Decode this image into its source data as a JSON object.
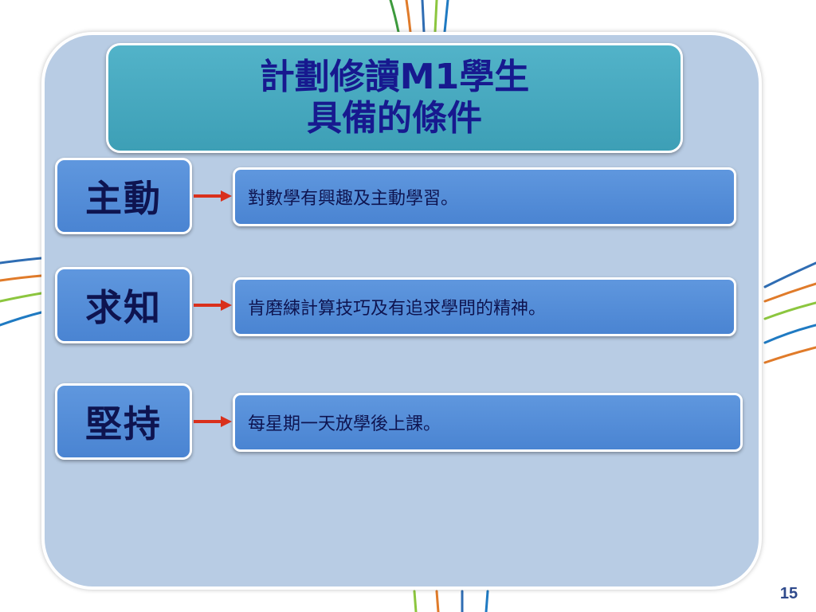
{
  "title": {
    "line1": "計劃修讀M1學生",
    "line2": "具備的條件"
  },
  "rows": [
    {
      "key": "主動",
      "desc": "對數學有興趣及主動學習。"
    },
    {
      "key": "求知",
      "desc": "肯磨練計算技巧及有追求學問的精神。"
    },
    {
      "key": "堅持",
      "desc": "每星期一天放學後上課。"
    }
  ],
  "page_number": "15",
  "colors": {
    "panel": "#b8cce4",
    "title_bg": "#4aa9c0",
    "title_text": "#17198f",
    "box_bg": "#558dd8",
    "arrow": "#d9301c"
  }
}
